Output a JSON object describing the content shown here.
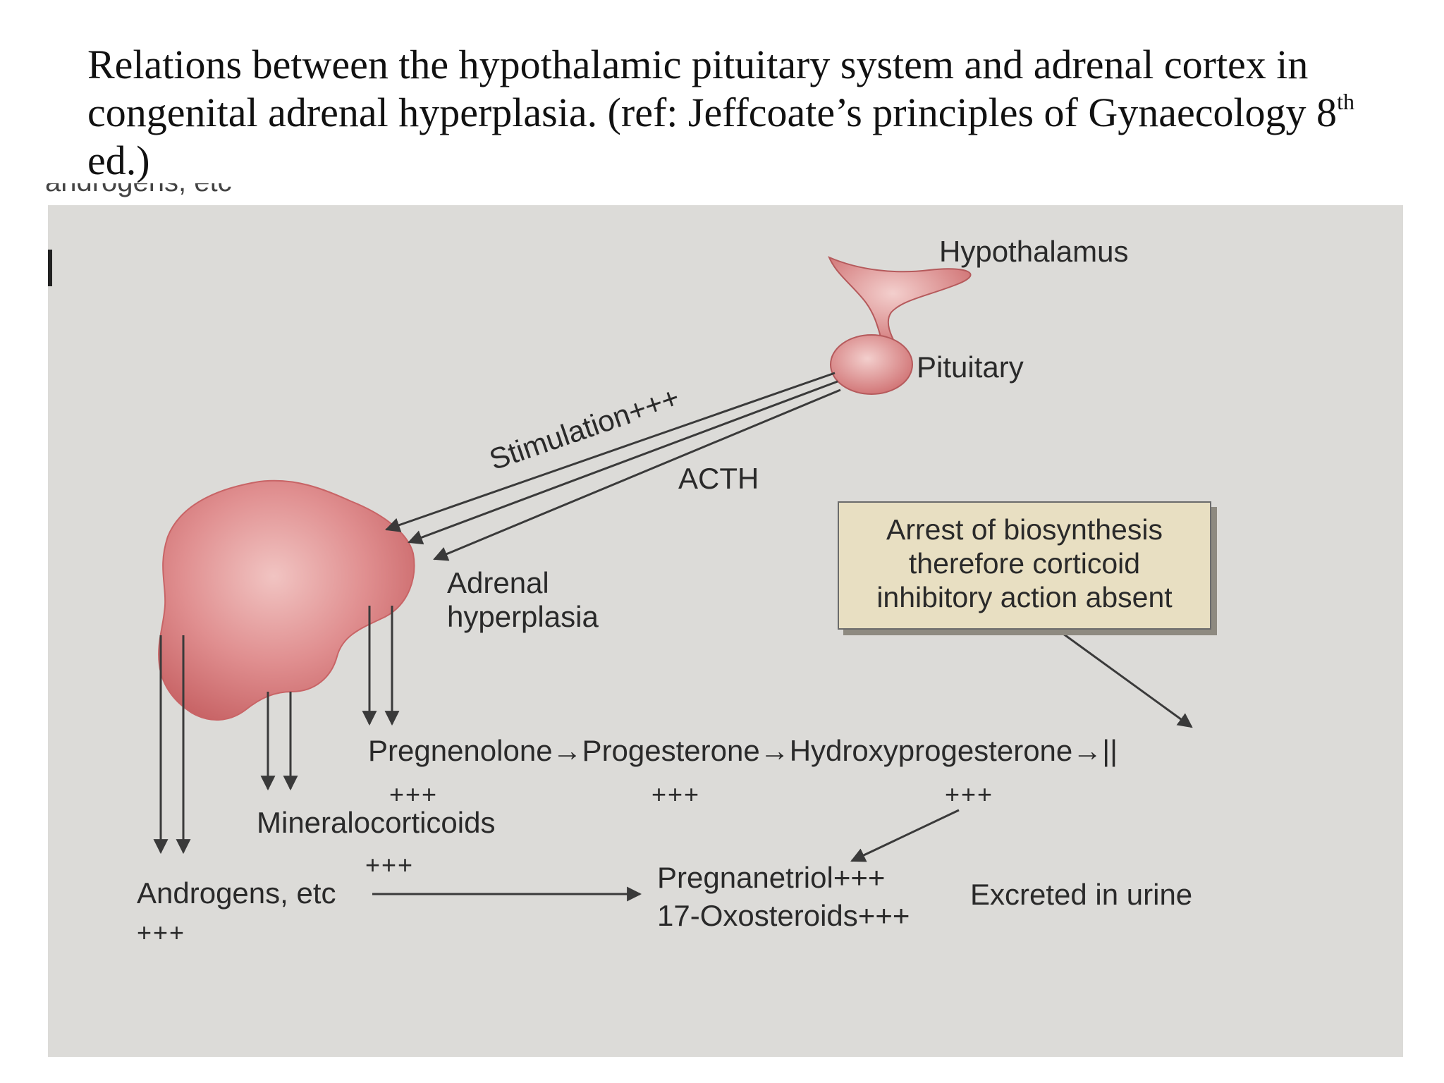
{
  "caption": {
    "line1": "Relations between the hypothalamic pituitary system and adrenal cortex in",
    "line2": "congenital adrenal hyperplasia.  (ref: Jeffcoate’s principles of Gynaecology 8",
    "line2_sup": "th",
    "line3": "ed.)"
  },
  "cutoff_text": "androgens, etc",
  "diagram": {
    "hypothalamus": "Hypothalamus",
    "pituitary": "Pituitary",
    "stimulation": "Stimulation+++",
    "acth": "ACTH",
    "adrenal": [
      "Adrenal",
      "hyperplasia"
    ],
    "box": [
      "Arrest of biosynthesis",
      "therefore corticoid",
      "inhibitory action absent"
    ],
    "pathway": "Pregnenolone→Progesterone→Hydroxyprogesterone→||",
    "plus_pregnenolone": "+++",
    "plus_progesterone": "+++",
    "plus_hydroxy": "+++",
    "mineralocorticoids": "Mineralocorticoids",
    "plus_mineralo": "+++",
    "androgens": "Androgens, etc",
    "plus_androgens": "+++",
    "pregnanetriol": "Pregnanetriol+++",
    "oxosteroids": "17-Oxosteroids+++",
    "excreted": "Excreted in urine"
  },
  "colors": {
    "figure_bg": "#dcdbd8",
    "organ_fill": "#d9787a",
    "box_fill": "#e8dfc2",
    "arrow": "#3a3a3a"
  }
}
